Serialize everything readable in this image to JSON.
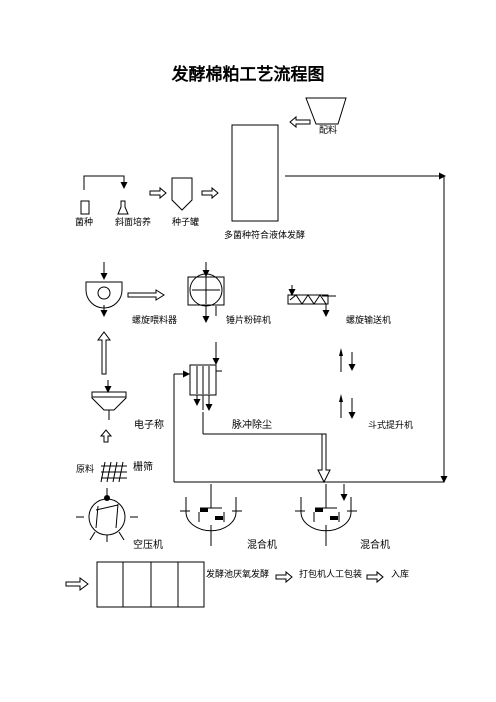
{
  "title": "发酵棉粕工艺流程图",
  "labels": {
    "peiliao": "配料",
    "junzhong": "菌种",
    "xiemian": "斜面培养",
    "zhongziguan": "种子罐",
    "yejifajiao": "多菌种符合液体发酵",
    "luoxuanweiliao": "螺旋喂料器",
    "chuipian": "锤片粉碎机",
    "luoxuanshusong": "螺旋输送机",
    "dianzicheng": "电子称",
    "maichong": "脉冲除尘",
    "doushi": "斗式提升机",
    "yuanliao": "原料",
    "shanshai": "栅筛",
    "kongyaji": "空压机",
    "hunheji1": "混合机",
    "hunheji2": "混合机",
    "fajiaochi": "发酵池厌氧发酵",
    "dabao": "打包机人工包装",
    "ruku": "入库"
  }
}
